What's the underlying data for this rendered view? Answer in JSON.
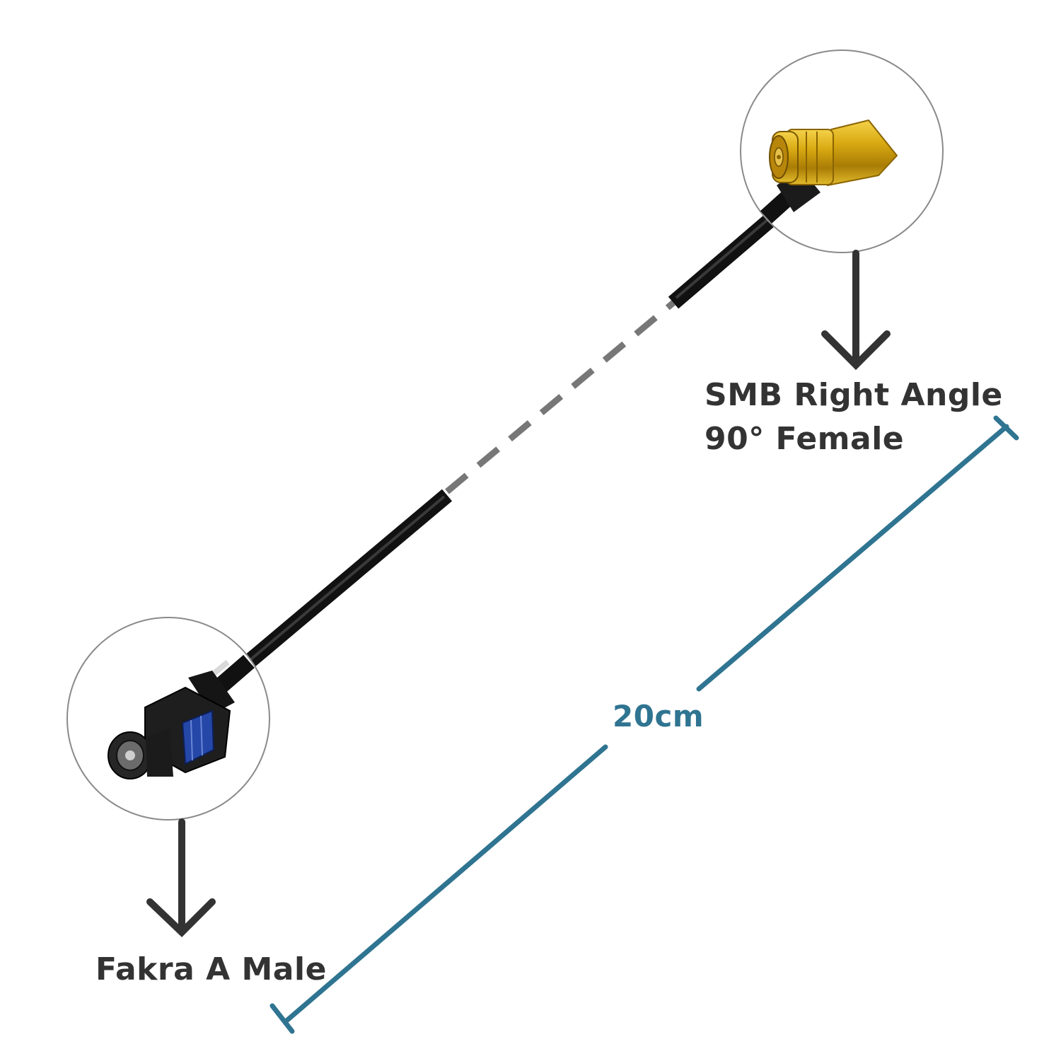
{
  "labels": {
    "smb_line1": "SMB Right Angle",
    "smb_line2": "90° Female",
    "fakra": "Fakra A Male",
    "length": "20cm"
  },
  "colors": {
    "text": "#333333",
    "dimension": "#2f7491",
    "cable": "#141414",
    "dashed_section": "#777777",
    "gold": "#d4a514",
    "fakra_blue": "#2447a8",
    "circle_outline": "#8a8a8a"
  },
  "icons": {
    "smb_connector": "smb-right-angle-connector-icon",
    "fakra_connector": "fakra-male-connector-icon",
    "arrow": "down-arrow-icon"
  }
}
